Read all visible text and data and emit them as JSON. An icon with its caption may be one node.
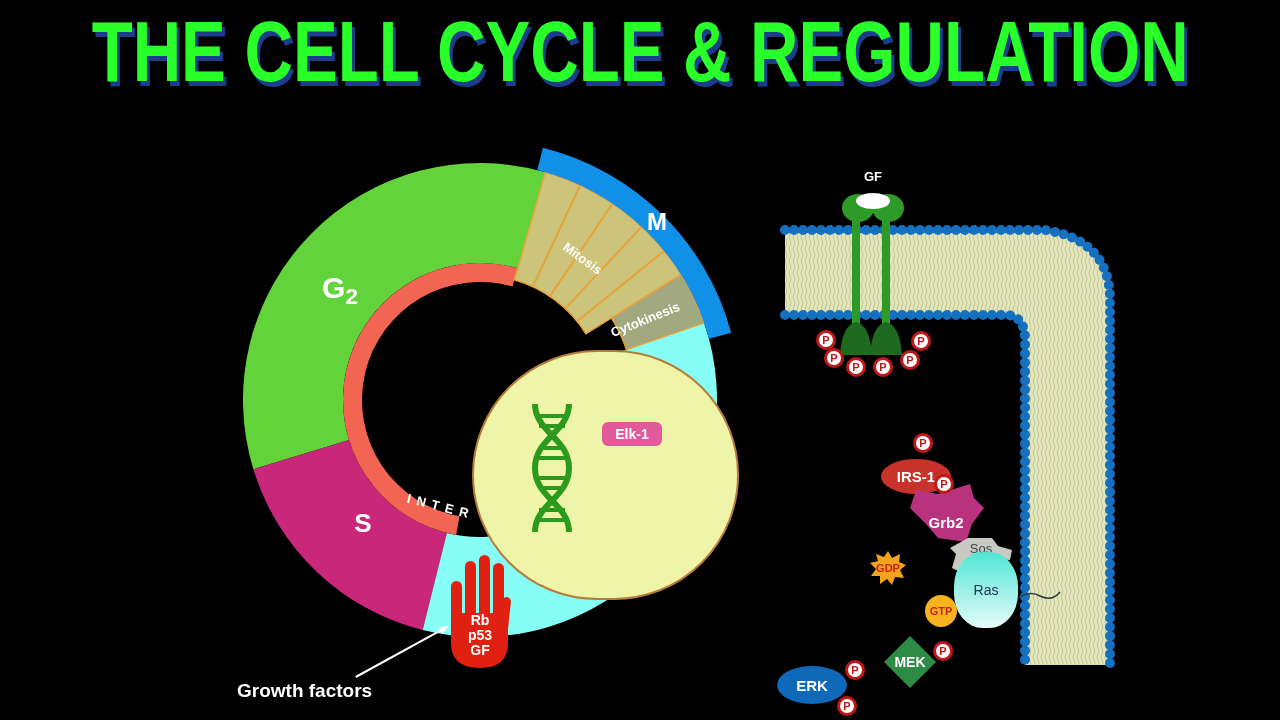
{
  "diagram": {
    "title": "THE CELL CYCLE & REGULATION",
    "nodes": [
      {
        "text": [
          "G$_{2}$"
        ]
      },
      {
        "text": [
          "S"
        ]
      },
      {
        "text": [],
        "shape": "segment"
      },
      {
        "text": [
          "M"
        ]
      },
      {
        "text": [
          "Mitosis"
        ]
      },
      {
        "text": [
          "Cytokinesis"
        ]
      },
      {
        "text": [
          "INTER"
        ]
      },
      {
        "text": [],
        "shape": "circle"
      },
      {
        "text": [
          "Elk-1"
        ],
        "in": 7
      },
      {
        "text": [
          "Rb p53 GF"
        ]
      },
      {
        "text": [
          "Growth factors"
        ]
      },
      {
        "text": [
          "GF"
        ]
      },
      {
        "text": [
          "P"
        ]
      },
      {
        "text": [
          "P"
        ]
      },
      {
        "text": [
          "P"
        ]
      },
      {
        "text": [
          "P"
        ]
      },
      {
        "text": [
          "P"
        ]
      },
      {
        "text": [
          "P"
        ]
      },
      {
        "text": [
          "P"
        ]
      },
      {
        "text": [
          "IRS-1"
        ]
      },
      {
        "text": [
          "P"
        ]
      },
      {
        "text": [
          "Grb2"
        ]
      },
      {
        "text": [
          "Sos"
        ]
      },
      {
        "text": [
          "GDP"
        ]
      },
      {
        "text": [
          "Ras"
        ]
      },
      {
        "text": [
          "GTP"
        ]
      },
      {
        "text": [
          "P"
        ]
      },
      {
        "text": [
          "MEK"
        ]
      },
      {
        "text": [
          "ERK"
        ]
      },
      {
        "text": [
          "P"
        ]
      },
      {
        "text": [
          "P"
        ]
      }
    ],
    "edges": [
      {
        "from": 10,
        "to": 9,
        "arrow": "to"
      }
    ]
  }
}
